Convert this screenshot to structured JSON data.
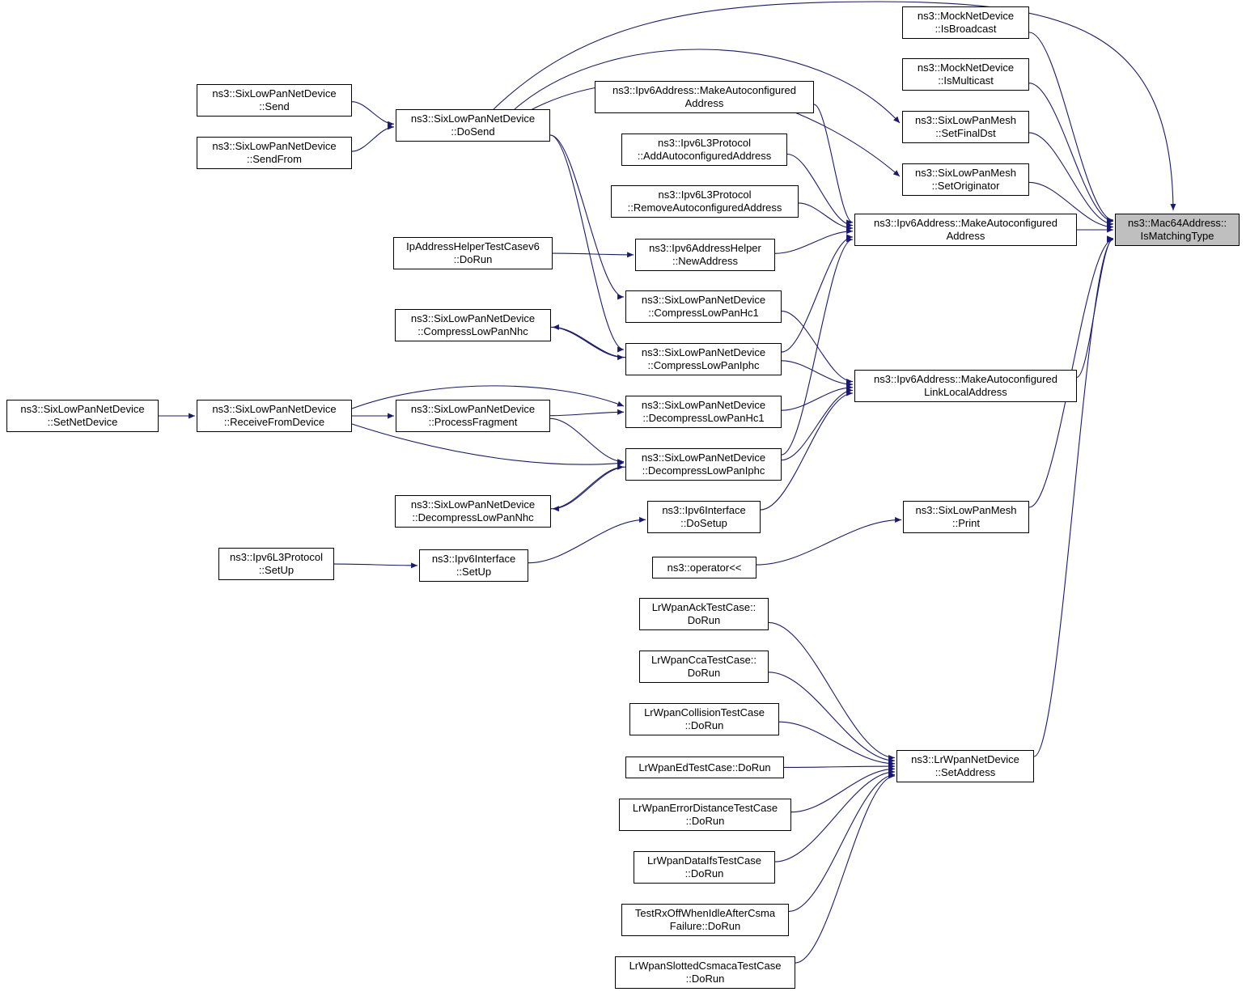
{
  "diagram": {
    "type": "doxygen-caller-graph",
    "focus_function": "ns3::Mac64Address::IsMatchingType",
    "colors": {
      "edge": "#191970",
      "node_bg": "#ffffff",
      "node_border": "#000000",
      "focus_bg": "#bfbfbf",
      "text": "#000000"
    }
  },
  "nodes": {
    "isbroadcast": {
      "label": "ns3::MockNetDevice\n::IsBroadcast"
    },
    "ismulticast": {
      "label": "ns3::MockNetDevice\n::IsMulticast"
    },
    "setfinaldst": {
      "label": "ns3::SixLowPanMesh\n::SetFinalDst"
    },
    "setoriginator": {
      "label": "ns3::SixLowPanMesh\n::SetOriginator"
    },
    "ismatchingtype": {
      "label": "ns3::Mac64Address::\nIsMatchingType"
    },
    "send": {
      "label": "ns3::SixLowPanNetDevice\n::Send"
    },
    "sendfrom": {
      "label": "ns3::SixLowPanNetDevice\n::SendFrom"
    },
    "dosend": {
      "label": "ns3::SixLowPanNetDevice\n::DoSend"
    },
    "makeauto_top": {
      "label": "ns3::Ipv6Address::MakeAutoconfigured\nAddress"
    },
    "addauto": {
      "label": "ns3::Ipv6L3Protocol\n::AddAutoconfiguredAddress"
    },
    "removeauto": {
      "label": "ns3::Ipv6L3Protocol\n::RemoveAutoconfiguredAddress"
    },
    "makeauto_mid": {
      "label": "ns3::Ipv6Address::MakeAutoconfigured\nAddress"
    },
    "iptestcase": {
      "label": "IpAddressHelperTestCasev6\n::DoRun"
    },
    "newaddress": {
      "label": "ns3::Ipv6AddressHelper\n::NewAddress"
    },
    "compresshc1": {
      "label": "ns3::SixLowPanNetDevice\n::CompressLowPanHc1"
    },
    "compressnhc": {
      "label": "ns3::SixLowPanNetDevice\n::CompressLowPanNhc"
    },
    "compressiphc": {
      "label": "ns3::SixLowPanNetDevice\n::CompressLowPanIphc"
    },
    "linklocal": {
      "label": "ns3::Ipv6Address::MakeAutoconfigured\nLinkLocalAddress"
    },
    "setnetdevice": {
      "label": "ns3::SixLowPanNetDevice\n::SetNetDevice"
    },
    "receivefromdevice": {
      "label": "ns3::SixLowPanNetDevice\n::ReceiveFromDevice"
    },
    "processfragment": {
      "label": "ns3::SixLowPanNetDevice\n::ProcessFragment"
    },
    "decomphc1": {
      "label": "ns3::SixLowPanNetDevice\n::DecompressLowPanHc1"
    },
    "decompiphc": {
      "label": "ns3::SixLowPanNetDevice\n::DecompressLowPanIphc"
    },
    "decompnhc": {
      "label": "ns3::SixLowPanNetDevice\n::DecompressLowPanNhc"
    },
    "dosetup": {
      "label": "ns3::Ipv6Interface\n::DoSetup"
    },
    "print": {
      "label": "ns3::SixLowPanMesh\n::Print"
    },
    "ipv6l3setup": {
      "label": "ns3::Ipv6L3Protocol\n::SetUp"
    },
    "ipv6ifsetup": {
      "label": "ns3::Ipv6Interface\n::SetUp"
    },
    "operator": {
      "label": "ns3::operator<<"
    },
    "acktest": {
      "label": "LrWpanAckTestCase::\nDoRun"
    },
    "ccatest": {
      "label": "LrWpanCcaTestCase::\nDoRun"
    },
    "collisiontest": {
      "label": "LrWpanCollisionTestCase\n::DoRun"
    },
    "edtest": {
      "label": "LrWpanEdTestCase::DoRun"
    },
    "setaddress": {
      "label": "ns3::LrWpanNetDevice\n::SetAddress"
    },
    "errordistancetest": {
      "label": "LrWpanErrorDistanceTestCase\n::DoRun"
    },
    "dataifstest": {
      "label": "LrWpanDataIfsTestCase\n::DoRun"
    },
    "rxofftest": {
      "label": "TestRxOffWhenIdleAfterCsma\nFailure::DoRun"
    },
    "slottedtest": {
      "label": "LrWpanSlottedCsmacaTestCase\n::DoRun"
    }
  },
  "edges": [
    {
      "from": "send",
      "to": "dosend"
    },
    {
      "from": "sendfrom",
      "to": "dosend"
    },
    {
      "from": "dosend",
      "to": "setfinaldst"
    },
    {
      "from": "dosend",
      "to": "setoriginator"
    },
    {
      "from": "dosend",
      "to": "ismatchingtype"
    },
    {
      "from": "dosend",
      "to": "compresshc1"
    },
    {
      "from": "dosend",
      "to": "compressiphc"
    },
    {
      "from": "isbroadcast",
      "to": "ismatchingtype"
    },
    {
      "from": "ismulticast",
      "to": "ismatchingtype"
    },
    {
      "from": "setfinaldst",
      "to": "ismatchingtype"
    },
    {
      "from": "setoriginator",
      "to": "ismatchingtype"
    },
    {
      "from": "makeauto_top",
      "to": "makeauto_mid"
    },
    {
      "from": "addauto",
      "to": "makeauto_mid"
    },
    {
      "from": "removeauto",
      "to": "makeauto_mid"
    },
    {
      "from": "newaddress",
      "to": "makeauto_mid"
    },
    {
      "from": "iptestcase",
      "to": "newaddress"
    },
    {
      "from": "makeauto_mid",
      "to": "ismatchingtype"
    },
    {
      "from": "compresshc1",
      "to": "linklocal"
    },
    {
      "from": "compressiphc",
      "to": "makeauto_mid"
    },
    {
      "from": "compressiphc",
      "to": "linklocal"
    },
    {
      "from": "compressnhc",
      "to": "compressiphc"
    },
    {
      "from": "compressiphc",
      "to": "compressnhc"
    },
    {
      "from": "decomphc1",
      "to": "linklocal"
    },
    {
      "from": "decompiphc",
      "to": "makeauto_mid"
    },
    {
      "from": "decompiphc",
      "to": "linklocal"
    },
    {
      "from": "decompnhc",
      "to": "decompiphc"
    },
    {
      "from": "decompiphc",
      "to": "decompnhc"
    },
    {
      "from": "processfragment",
      "to": "decomphc1"
    },
    {
      "from": "processfragment",
      "to": "decompiphc"
    },
    {
      "from": "receivefromdevice",
      "to": "processfragment"
    },
    {
      "from": "receivefromdevice",
      "to": "decomphc1"
    },
    {
      "from": "receivefromdevice",
      "to": "decompiphc"
    },
    {
      "from": "setnetdevice",
      "to": "receivefromdevice"
    },
    {
      "from": "linklocal",
      "to": "ismatchingtype"
    },
    {
      "from": "dosetup",
      "to": "linklocal"
    },
    {
      "from": "ipv6ifsetup",
      "to": "dosetup"
    },
    {
      "from": "ipv6l3setup",
      "to": "ipv6ifsetup"
    },
    {
      "from": "operator",
      "to": "print"
    },
    {
      "from": "print",
      "to": "ismatchingtype"
    },
    {
      "from": "setaddress",
      "to": "ismatchingtype"
    },
    {
      "from": "acktest",
      "to": "setaddress"
    },
    {
      "from": "ccatest",
      "to": "setaddress"
    },
    {
      "from": "collisiontest",
      "to": "setaddress"
    },
    {
      "from": "edtest",
      "to": "setaddress"
    },
    {
      "from": "errordistancetest",
      "to": "setaddress"
    },
    {
      "from": "dataifstest",
      "to": "setaddress"
    },
    {
      "from": "rxofftest",
      "to": "setaddress"
    },
    {
      "from": "slottedtest",
      "to": "setaddress"
    }
  ]
}
